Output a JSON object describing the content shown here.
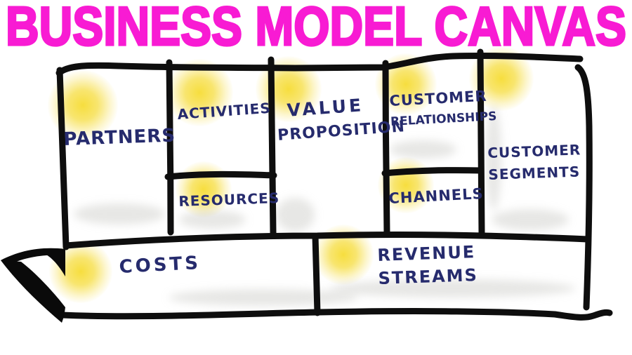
{
  "title": {
    "text": "BUSINESS MODEL CANVAS"
  },
  "canvas": {
    "sections": {
      "partners": {
        "label": "PARTNERS"
      },
      "activities": {
        "label": "ACTIVITIES"
      },
      "resources": {
        "label": "RESOURCES"
      },
      "value_proposition": {
        "line1": "VALUE",
        "line2": "PROPOSITION"
      },
      "customer_relationships": {
        "line1": "CUSTOMER",
        "line2": "RELATIONSHIPS"
      },
      "channels": {
        "label": "CHANNELS"
      },
      "customer_segments": {
        "line1": "CUSTOMER",
        "line2": "SEGMENTS"
      },
      "costs": {
        "label": "COSTS"
      },
      "revenue_streams": {
        "line1": "REVENUE",
        "line2": "STREAMS"
      }
    }
  },
  "colors": {
    "title": "#f81bd3",
    "handwriting_ink": "#262b6d",
    "sketch_line": "#0e0e0e",
    "sticky_highlight": "#f6dc34",
    "background": "#ffffff"
  }
}
